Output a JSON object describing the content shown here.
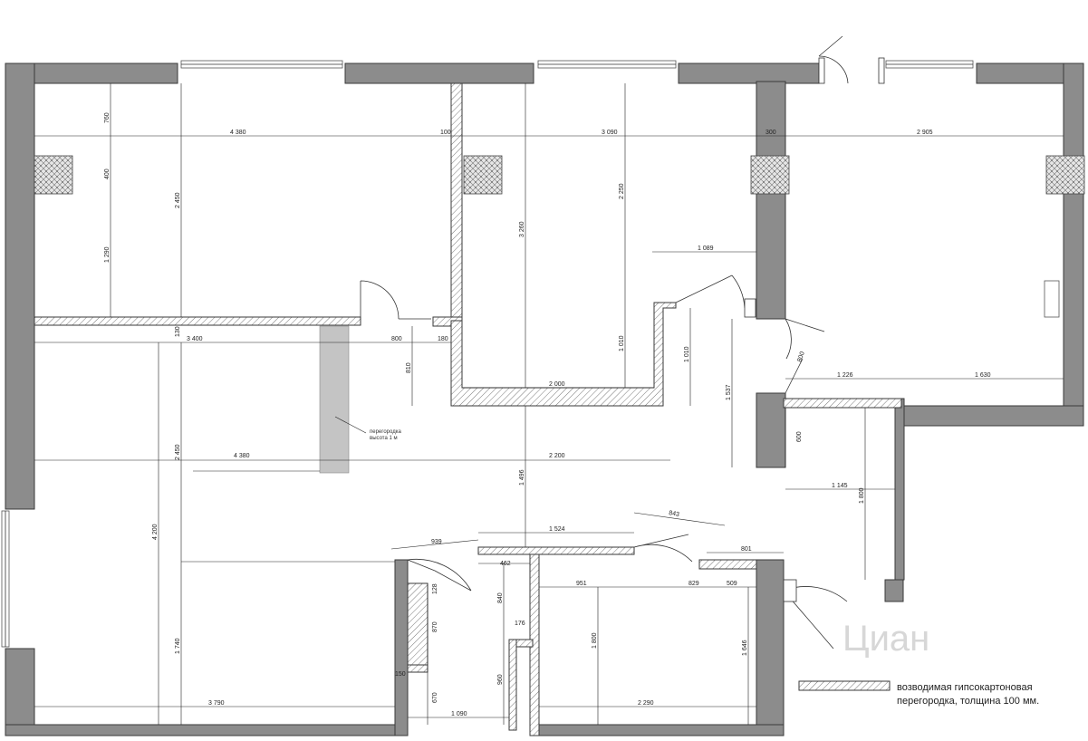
{
  "legend": {
    "line1": "возводимая гипсокартоновая",
    "line2": "перегородка, толщина 100 мм."
  },
  "note": {
    "line1": "перегородка",
    "line2": "высота 1 м"
  },
  "watermark": "Циан",
  "colors": {
    "wall": "#8c8c8c",
    "partition_half": "#c4c4c4",
    "line": "#222222"
  },
  "dimensions": {
    "d4380_top": "4 380",
    "d100": "100",
    "d3090": "3 090",
    "d300": "300",
    "d2905": "2 905",
    "d760": "760",
    "d400": "400",
    "d1290": "1 290",
    "d2450_a": "2 450",
    "d3260": "3 260",
    "d2250": "2 250",
    "d1089": "1 089",
    "d3400": "3 400",
    "d800_h": "800",
    "d180": "180",
    "d130": "130",
    "d810": "810",
    "d1010_a": "1 010",
    "d2000": "2 000",
    "d1010_b": "1 010",
    "d1537": "1 537",
    "d800_v": "800",
    "d1226": "1 226",
    "d1630": "1 630",
    "d600": "600",
    "d1145": "1 145",
    "d1800_r": "1 800",
    "d2450_b": "2 450",
    "d4380_mid": "4 380",
    "d2200": "2 200",
    "d1496": "1 496",
    "d4200": "4 200",
    "d1524": "1 524",
    "d843": "843",
    "d939": "939",
    "d801": "801",
    "d462": "462",
    "d951": "951",
    "d829": "829",
    "d509": "509",
    "d128": "128",
    "d840": "840",
    "d870": "870",
    "d176": "176",
    "d1740": "1 740",
    "d1800_b": "1 800",
    "d1646": "1 646",
    "d150": "150",
    "d960": "960",
    "d670": "670",
    "d3790": "3 790",
    "d1090": "1 090",
    "d2290": "2 290"
  }
}
